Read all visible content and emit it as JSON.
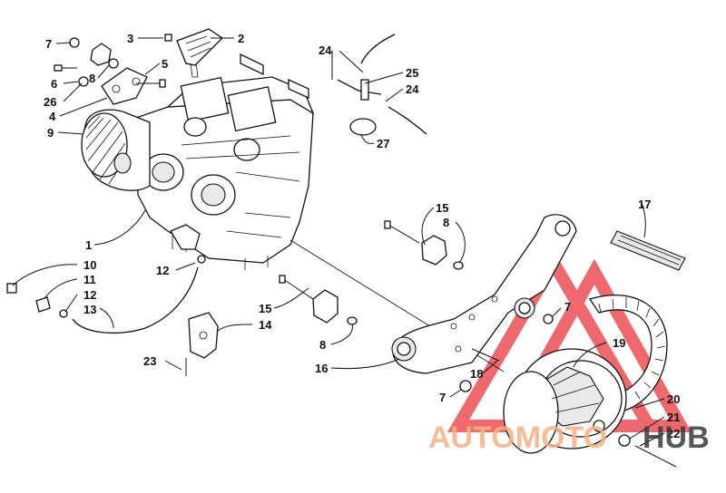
{
  "labels": [
    {
      "id": "l2",
      "text": "2"
    },
    {
      "id": "l3",
      "text": "3"
    },
    {
      "id": "l7a",
      "text": "7"
    },
    {
      "id": "l8a",
      "text": "8"
    },
    {
      "id": "l5",
      "text": "5"
    },
    {
      "id": "l6",
      "text": "6"
    },
    {
      "id": "l26",
      "text": "26"
    },
    {
      "id": "l4",
      "text": "4"
    },
    {
      "id": "l9",
      "text": "9"
    },
    {
      "id": "l24a",
      "text": "24"
    },
    {
      "id": "l25",
      "text": "25"
    },
    {
      "id": "l24b",
      "text": "24"
    },
    {
      "id": "l27",
      "text": "27"
    },
    {
      "id": "l17",
      "text": "17"
    },
    {
      "id": "l15a",
      "text": "15"
    },
    {
      "id": "l8b",
      "text": "8"
    },
    {
      "id": "l1",
      "text": "1"
    },
    {
      "id": "l12a",
      "text": "12"
    },
    {
      "id": "l10",
      "text": "10"
    },
    {
      "id": "l11",
      "text": "11"
    },
    {
      "id": "l12b",
      "text": "12"
    },
    {
      "id": "l13",
      "text": "13"
    },
    {
      "id": "l15b",
      "text": "15"
    },
    {
      "id": "l14",
      "text": "14"
    },
    {
      "id": "l7b",
      "text": "7"
    },
    {
      "id": "l19",
      "text": "19"
    },
    {
      "id": "l8c",
      "text": "8"
    },
    {
      "id": "l16",
      "text": "16"
    },
    {
      "id": "l18",
      "text": "18"
    },
    {
      "id": "l23",
      "text": "23"
    },
    {
      "id": "l7c",
      "text": "7"
    },
    {
      "id": "l20",
      "text": "20"
    },
    {
      "id": "l21",
      "text": "21"
    },
    {
      "id": "l22",
      "text": "22"
    }
  ],
  "watermark": {
    "brand_a": "AUTOMOTO",
    "brand_b": "HUB",
    "color_light": "#f4b183",
    "color_dark": "#3a3a3a",
    "logo_color": "#e8383d"
  }
}
